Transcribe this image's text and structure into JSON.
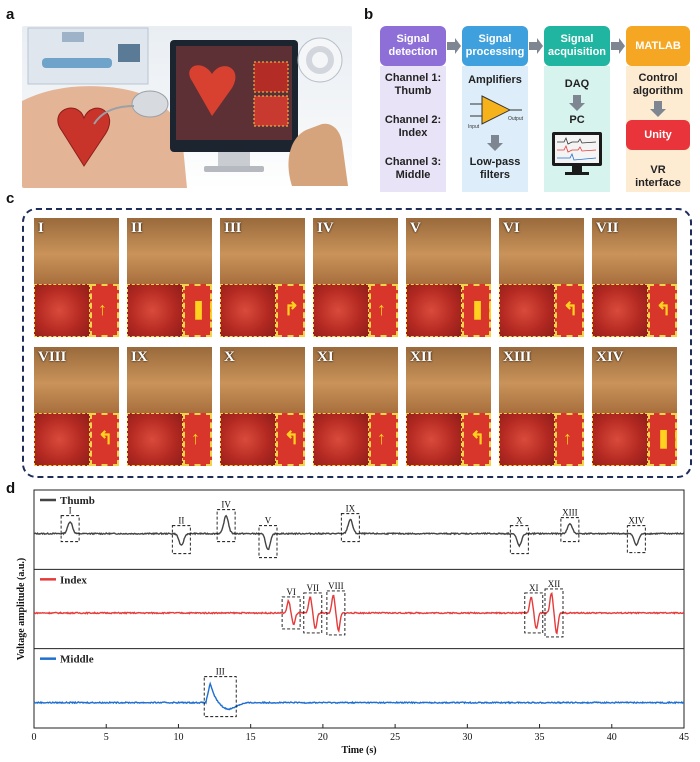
{
  "panels": {
    "a": "a",
    "b": "b",
    "c": "c",
    "d": "d"
  },
  "pipeline": {
    "headers": [
      {
        "label": "Signal\ndetection",
        "color": "#8e6fd8"
      },
      {
        "label": "Signal\nprocessing",
        "color": "#3ea1dd"
      },
      {
        "label": "Signal\nacquisition",
        "color": "#1fb5a0"
      },
      {
        "label": "MATLAB",
        "color": "#f5a623"
      }
    ],
    "detection_items": [
      "Channel 1:\nThumb",
      "Channel 2:\nIndex",
      "Channel 3:\nMiddle"
    ],
    "processing_items": [
      "Amplifiers",
      "Low-pass\nfilters"
    ],
    "opamp_labels": [
      "Input",
      "Output"
    ],
    "acquisition_items": [
      "DAQ",
      "PC"
    ],
    "matlab_items": [
      "Control\nalgorithm",
      "Unity",
      "VR\ninterface"
    ],
    "col_bg_colors": [
      "#e8e3f6",
      "#ddeefa",
      "#d7f3ee",
      "#fdebd2"
    ],
    "unity_color": "#e8343a"
  },
  "gestures": {
    "numerals": [
      "I",
      "II",
      "III",
      "IV",
      "V",
      "VI",
      "VII",
      "VIII",
      "IX",
      "X",
      "XI",
      "XII",
      "XIII",
      "XIV"
    ],
    "inset_symbols": [
      "↑",
      "❚❚",
      "↱",
      "↑",
      "❚❚",
      "↰",
      "↰",
      "↰",
      "↑",
      "↰",
      "↑",
      "↰",
      "↑",
      "❚❚"
    ]
  },
  "chart_data": {
    "type": "line",
    "xlabel": "Time (s)",
    "ylabel": "Voltage amplitude (a.u.)",
    "xlim": [
      0,
      45
    ],
    "xticks": [
      0,
      5,
      10,
      15,
      20,
      25,
      30,
      35,
      40,
      45
    ],
    "series": [
      {
        "name": "Thumb",
        "color": "#444444",
        "baseline": 0,
        "events": [
          {
            "label": "I",
            "t": 2.5,
            "amp": 0.6,
            "shape": "up"
          },
          {
            "label": "II",
            "t": 10.2,
            "amp": -0.6,
            "shape": "down"
          },
          {
            "label": "IV",
            "t": 13.3,
            "amp": 0.9,
            "shape": "up"
          },
          {
            "label": "V",
            "t": 16.2,
            "amp": -0.8,
            "shape": "down"
          },
          {
            "label": "IX",
            "t": 21.9,
            "amp": 0.7,
            "shape": "up"
          },
          {
            "label": "X",
            "t": 33.6,
            "amp": -0.6,
            "shape": "down"
          },
          {
            "label": "XIII",
            "t": 37.1,
            "amp": 0.5,
            "shape": "up"
          },
          {
            "label": "XIV",
            "t": 41.7,
            "amp": -0.55,
            "shape": "down"
          }
        ]
      },
      {
        "name": "Index",
        "color": "#e53b3b",
        "baseline": 0,
        "events": [
          {
            "label": "VI",
            "t": 17.8,
            "amp": 0.6,
            "shape": "updown"
          },
          {
            "label": "VII",
            "t": 19.3,
            "amp": 0.8,
            "shape": "updown"
          },
          {
            "label": "VIII",
            "t": 20.9,
            "amp": 0.9,
            "shape": "updown"
          },
          {
            "label": "XI",
            "t": 34.6,
            "amp": 0.8,
            "shape": "updown"
          },
          {
            "label": "XII",
            "t": 36.0,
            "amp": 1.0,
            "shape": "updown"
          }
        ]
      },
      {
        "name": "Middle",
        "color": "#1f6fd1",
        "baseline": 0,
        "events": [
          {
            "label": "III",
            "t": 12.2,
            "amp": 1.0,
            "shape": "decay"
          }
        ]
      }
    ]
  }
}
